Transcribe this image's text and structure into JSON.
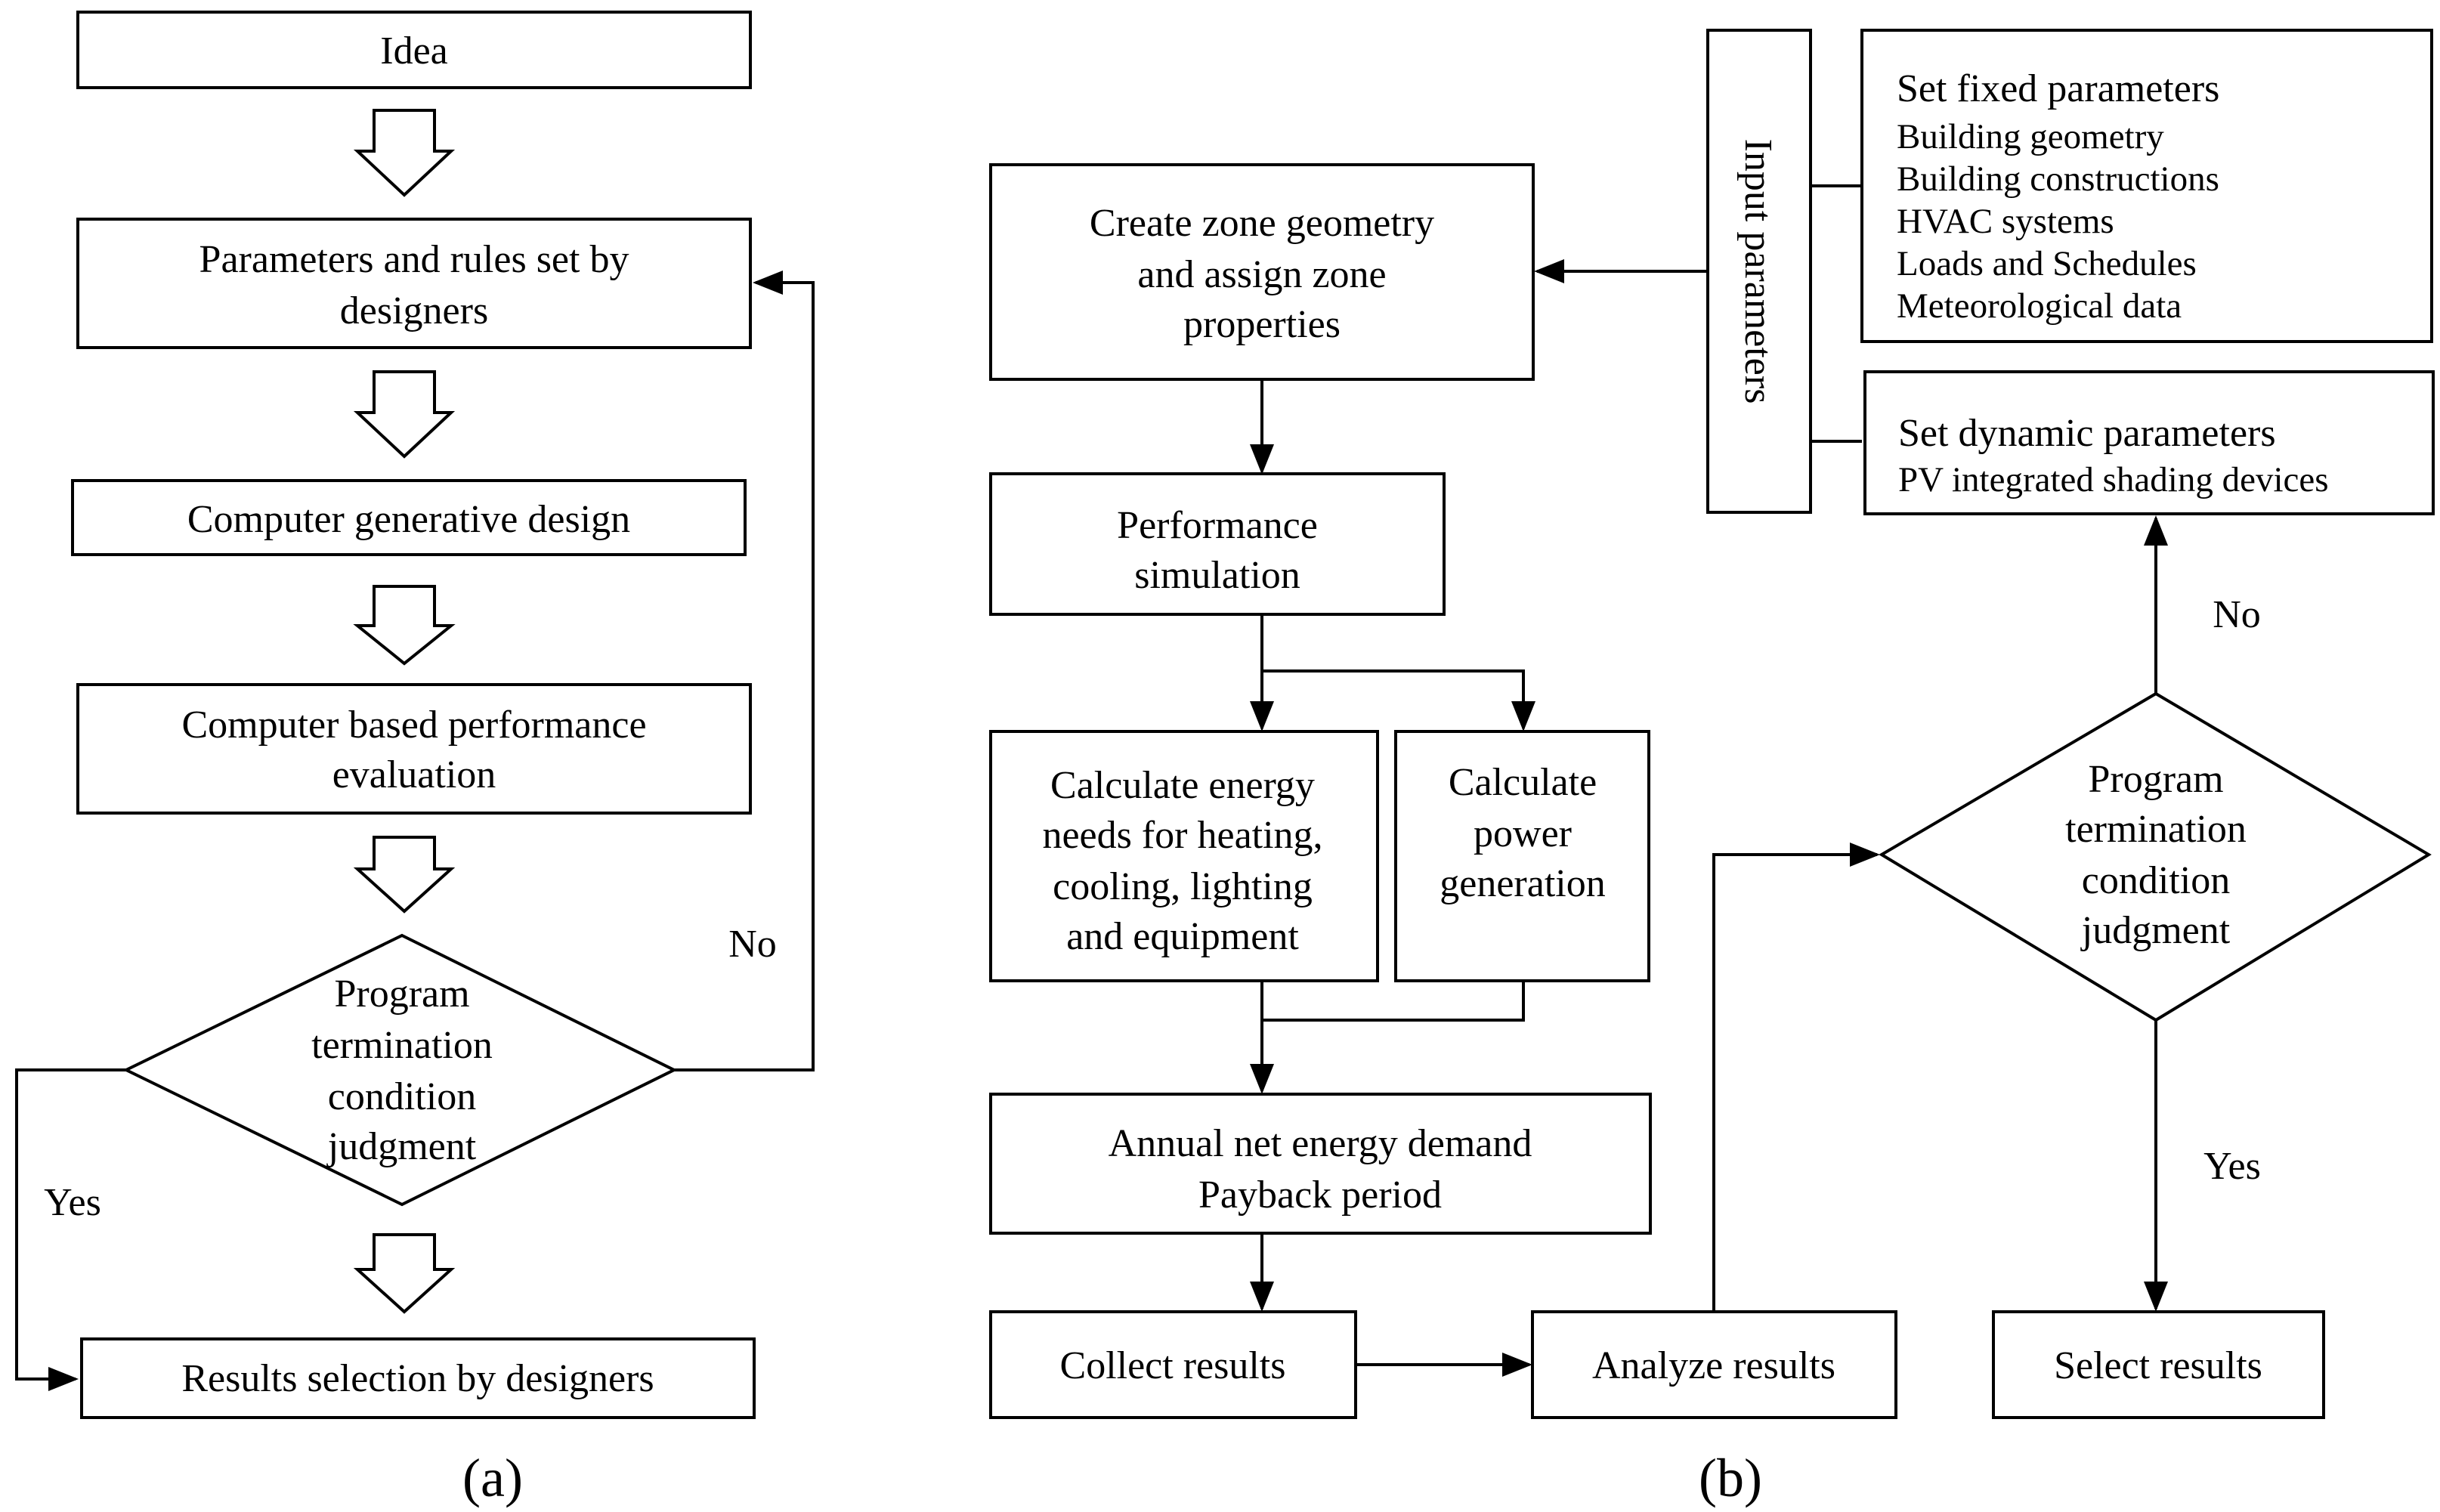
{
  "panel_a": {
    "idea": "Idea",
    "params_rules": [
      "Parameters and rules set by",
      "designers"
    ],
    "generative": "Computer generative design",
    "evaluation": [
      "Computer based performance",
      "evaluation"
    ],
    "decision": [
      "Program",
      "termination",
      "condition",
      "judgment"
    ],
    "yes": "Yes",
    "no": "No",
    "results_selection": "Results selection by designers",
    "label": "(a)"
  },
  "panel_b": {
    "create_zone": [
      "Create zone geometry",
      "and assign zone",
      "properties"
    ],
    "performance": [
      "Performance",
      "simulation"
    ],
    "calc_energy": [
      "Calculate energy",
      "needs for heating,",
      "cooling, lighting",
      "and equipment"
    ],
    "calc_power": [
      "Calculate",
      "power",
      "generation"
    ],
    "annual": [
      "Annual net energy demand",
      "Payback period"
    ],
    "collect": "Collect results",
    "analyze": "Analyze results",
    "select": "Select results",
    "input_params": "Input parameters",
    "fixed": {
      "title": "Set fixed parameters",
      "items": [
        "Building geometry",
        "Building constructions",
        "HVAC systems",
        "Loads and Schedules",
        "Meteorological data"
      ]
    },
    "dynamic": {
      "title": "Set dynamic parameters",
      "items": [
        "PV integrated shading devices"
      ]
    },
    "decision": [
      "Program",
      "termination",
      "condition",
      "judgment"
    ],
    "no": "No",
    "yes": "Yes",
    "label": "(b)"
  }
}
